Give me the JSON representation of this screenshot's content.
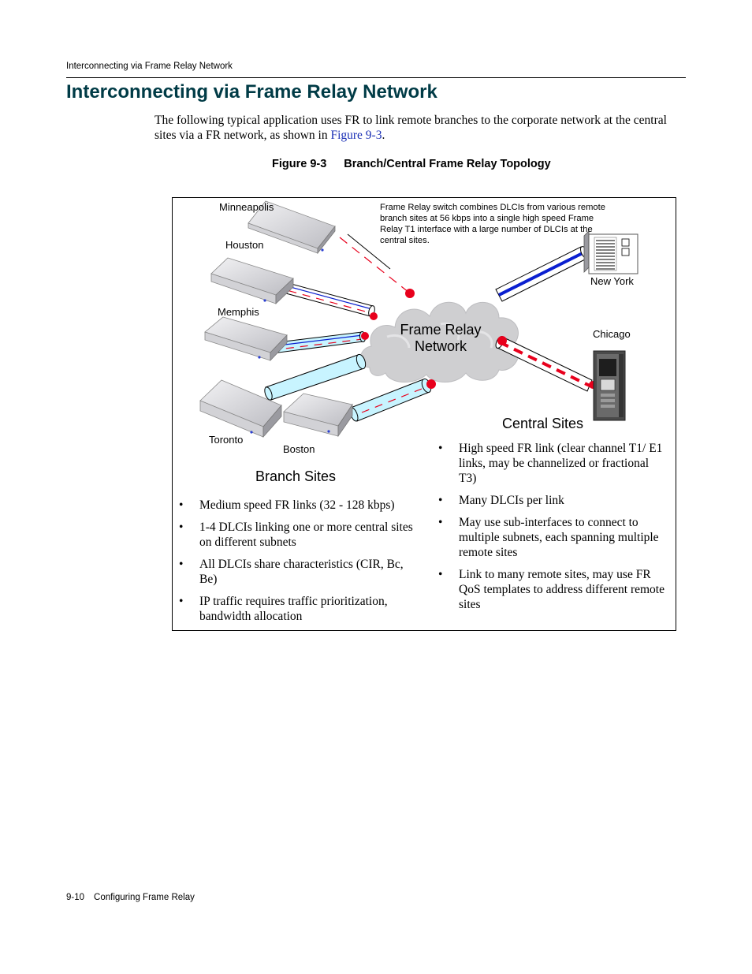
{
  "header": {
    "running_title": "Interconnecting via Frame Relay Network"
  },
  "section": {
    "title": "Interconnecting via Frame Relay Network",
    "intro_before": "The following typical application uses FR to link remote branches to the corporate network at the central sites via a FR network, as shown in ",
    "intro_link": "Figure 9-3",
    "intro_after": "."
  },
  "figure": {
    "number": "Figure 9-3",
    "title": "Branch/Central Frame Relay Topology",
    "note": "Frame Relay switch combines DLCIs from various remote branch sites at 56 kbps into a single high speed Frame Relay T1 interface with a large number of DLCIs at the central sites.",
    "cloud_label": "Frame Relay Network",
    "site_labels": {
      "minneapolis": "Minneapolis",
      "houston": "Houston",
      "memphis": "Memphis",
      "toronto": "Toronto",
      "boston": "Boston",
      "new_york": "New York",
      "chicago": "Chicago"
    },
    "branch": {
      "title": "Branch Sites",
      "bullets": [
        "Medium speed FR links (32 - 128 kbps)",
        "1-4 DLCIs linking one or more central sites on different subnets",
        "All DLCIs share characteristics (CIR, Bc, Be)",
        "IP traffic requires traffic prioritization, bandwidth allocation"
      ]
    },
    "central": {
      "title": "Central Sites",
      "bullets": [
        "High speed FR link (clear channel T1/ E1 links, may be channelized or fractional T3)",
        "Many DLCIs per link",
        "May use sub-interfaces to connect to multiple subnets, each spanning multiple remote sites",
        "Link to many remote sites, may use FR QoS templates to address different remote sites"
      ]
    },
    "colors": {
      "link_red": "#e8001c",
      "link_blue": "#0a1fd0",
      "tube_fill": "#c8f4ff",
      "cloud": "#cfcfd1"
    }
  },
  "footer": {
    "page_number": "9-10",
    "chapter_title": "Configuring Frame Relay"
  }
}
